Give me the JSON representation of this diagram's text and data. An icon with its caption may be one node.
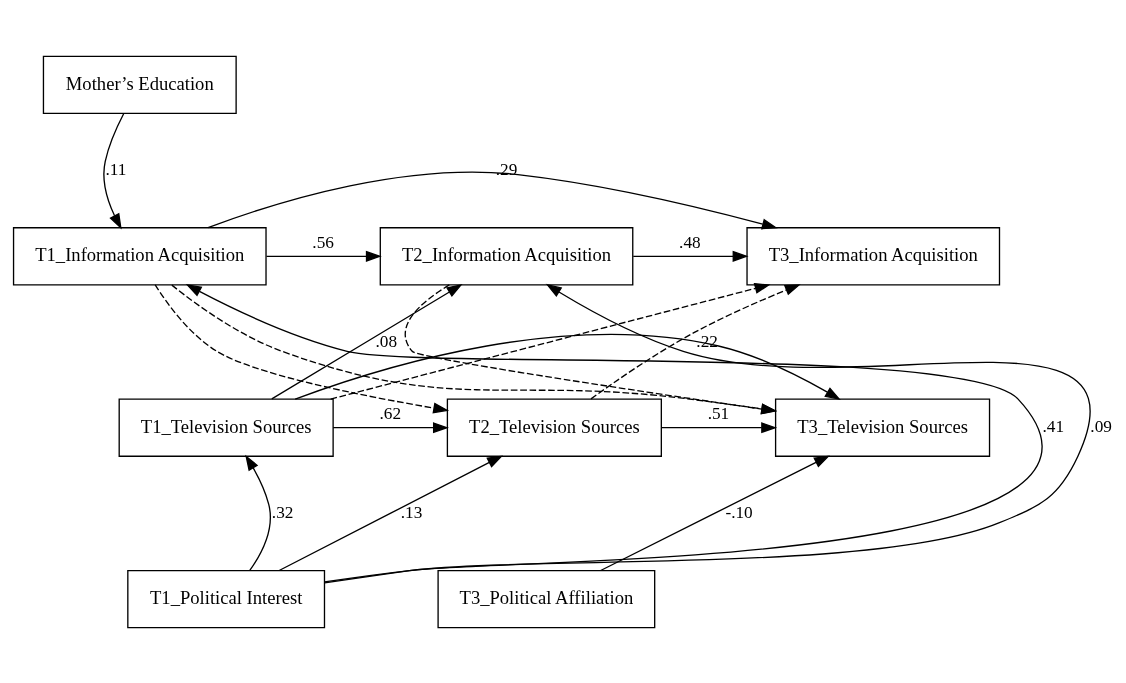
{
  "diagram": {
    "nodes": [
      {
        "text": [
          "Mother’s Education"
        ]
      },
      {
        "text": [
          "T1_Information Acquisition"
        ]
      },
      {
        "text": [
          "T2_Information Acquisition"
        ]
      },
      {
        "text": [
          "T3_Information Acquisition"
        ]
      },
      {
        "text": [
          "T1_Television Sources"
        ]
      },
      {
        "text": [
          "T2_Television Sources"
        ]
      },
      {
        "text": [
          "T3_Television Sources"
        ]
      },
      {
        "text": [
          "T1_Political Interest"
        ]
      },
      {
        "text": [
          "T3_Political Affiliation"
        ]
      }
    ],
    "edges": [
      {
        "from": 0,
        "to": 1,
        "arrow": "to",
        "label": ".11"
      },
      {
        "from": 1,
        "to": 3,
        "arrow": "to",
        "label": ".29"
      },
      {
        "from": 1,
        "to": 2,
        "arrow": "to",
        "label": ".56"
      },
      {
        "from": 2,
        "to": 3,
        "arrow": "to",
        "label": ".48"
      },
      {
        "from": 7,
        "to": 1,
        "arrow": "to",
        "label": ".41"
      },
      {
        "from": 1,
        "to": 5,
        "arrow": "to",
        "style": "dashed"
      },
      {
        "from": 1,
        "to": 6,
        "arrow": "to",
        "style": "dashed"
      },
      {
        "from": 4,
        "to": 2,
        "arrow": "to",
        "label": ".08"
      },
      {
        "from": 7,
        "to": 2,
        "arrow": "to",
        "label": ".09"
      },
      {
        "from": 4,
        "to": 3,
        "arrow": "to",
        "style": "dashed"
      },
      {
        "from": 2,
        "to": 6,
        "arrow": "to",
        "style": "dashed"
      },
      {
        "from": 5,
        "to": 3,
        "arrow": "to",
        "style": "dashed"
      },
      {
        "from": 4,
        "to": 5,
        "arrow": "to",
        "label": ".62"
      },
      {
        "from": 5,
        "to": 6,
        "arrow": "to",
        "label": ".51"
      },
      {
        "from": 4,
        "to": 6,
        "arrow": "to",
        "label": ".22"
      },
      {
        "from": 7,
        "to": 4,
        "arrow": "to",
        "label": ".32"
      },
      {
        "from": 7,
        "to": 5,
        "arrow": "to",
        "label": ".13"
      },
      {
        "from": 8,
        "to": 6,
        "arrow": "to",
        "label": "-.10"
      }
    ]
  }
}
